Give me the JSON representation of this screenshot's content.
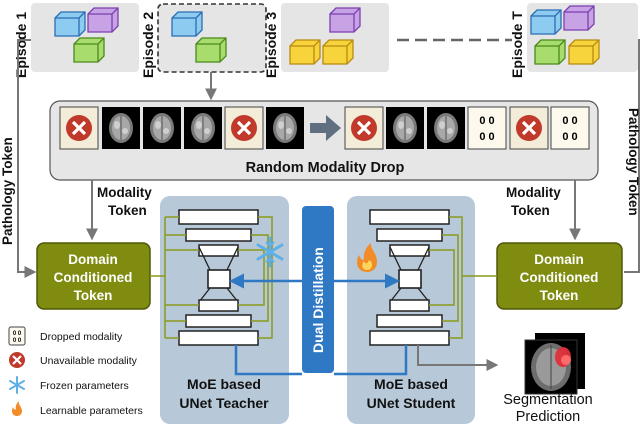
{
  "episodes": {
    "ep1": "Episode 1",
    "ep2": "Episode 2",
    "ep3": "Episode 3",
    "epT": "Episode T"
  },
  "side_labels": {
    "left_pathology": "Pathology Token",
    "right_pathology": "Pathology Token"
  },
  "drop_bar": {
    "title": "Random Modality Drop",
    "dropped_glyph": "0 0"
  },
  "modality_token": {
    "left_line1": "Modality",
    "left_line2": "Token",
    "right_line1": "Modality",
    "right_line2": "Token"
  },
  "domain_token": {
    "left": [
      "Domain",
      "Conditioned",
      "Token"
    ],
    "right": [
      "Domain",
      "Conditioned",
      "Token"
    ]
  },
  "teacher": {
    "line1": "MoE based",
    "line2": "UNet Teacher"
  },
  "student": {
    "line1": "MoE based",
    "line2": "UNet Student"
  },
  "distillation": "Dual Distillation",
  "segmentation": {
    "line1": "Segmentation",
    "line2": "Prediction"
  },
  "legend": [
    {
      "icon": "dropped-modality-icon",
      "label": "Dropped modality"
    },
    {
      "icon": "unavailable-modality-icon",
      "label": "Unavailable modality"
    },
    {
      "icon": "snowflake-icon",
      "label": "Frozen parameters"
    },
    {
      "icon": "flame-icon",
      "label": "Learnable parameters"
    }
  ],
  "colors": {
    "cube_blue": "#8ecbf0",
    "cube_purple": "#c7a2e4",
    "cube_green": "#a8dc6c",
    "cube_yellow": "#f7d43b",
    "unet_panel": "#b7c8d8",
    "token_olive": "#7f8c10",
    "distill_blue": "#2f78c4",
    "cross_red": "#c0392b"
  }
}
